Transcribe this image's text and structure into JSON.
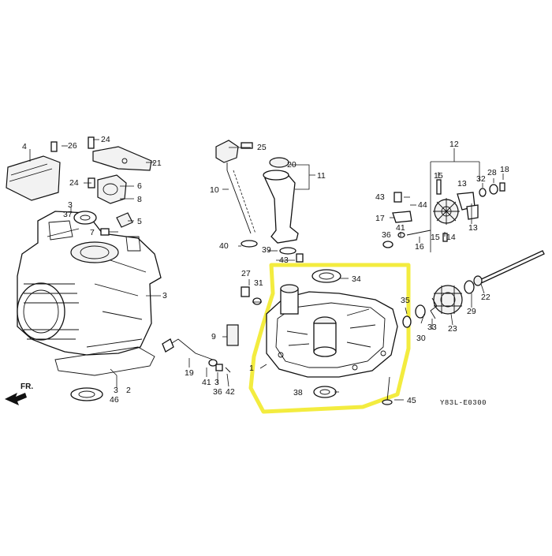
{
  "diagram_code": "Y83L-E0300",
  "direction_label": "FR.",
  "callouts": {
    "c1": "1",
    "c2": "2",
    "c3a": "3",
    "c3b": "3",
    "c3c": "3",
    "c3d": "3",
    "c4": "4",
    "c5": "5",
    "c6": "6",
    "c7": "7",
    "c8": "8",
    "c9": "9",
    "c10": "10",
    "c11": "11",
    "c12": "12",
    "c13a": "13",
    "c13b": "13",
    "c14": "14",
    "c15a": "15",
    "c15b": "15",
    "c16": "16",
    "c17": "17",
    "c18": "18",
    "c19": "19",
    "c20": "20",
    "c21": "21",
    "c22": "22",
    "c23": "23",
    "c24a": "24",
    "c24b": "24",
    "c25": "25",
    "c26": "26",
    "c27": "27",
    "c28": "28",
    "c29": "29",
    "c30": "30",
    "c31": "31",
    "c32": "32",
    "c33": "33",
    "c34": "34",
    "c35": "35",
    "c36a": "36",
    "c36b": "36",
    "c37": "37",
    "c38": "38",
    "c39": "39",
    "c40": "40",
    "c41a": "41",
    "c41b": "41",
    "c42": "42",
    "c43a": "43",
    "c43b": "43",
    "c44": "44",
    "c45": "45",
    "c46": "46"
  },
  "highlight_color": "#f2ea2a"
}
